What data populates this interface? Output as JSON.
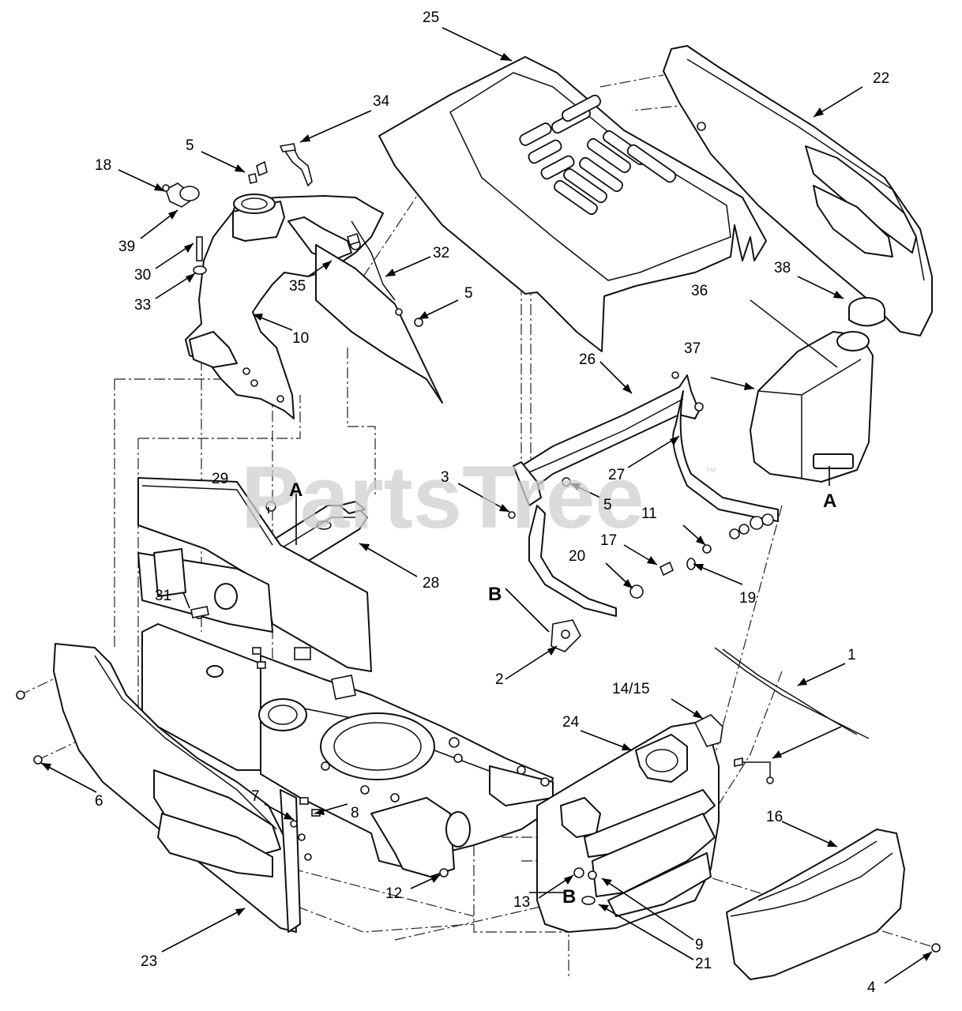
{
  "watermark": {
    "text": "PartsTree",
    "mark": "™"
  },
  "reference_letters": {
    "a_upper": "A",
    "a_right": "A",
    "b_upper": "B",
    "b_lower": "B"
  },
  "callouts": {
    "c25": "25",
    "c22": "22",
    "c34": "34",
    "c5a": "5",
    "c18": "18",
    "c39": "39",
    "c30": "30",
    "c33": "33",
    "c35": "35",
    "c32": "32",
    "c5b": "5",
    "c10": "10",
    "c38": "38",
    "c36": "36",
    "c37": "37",
    "c26": "26",
    "c27": "27",
    "c29": "29",
    "c3": "3",
    "c5c": "5",
    "c11": "11",
    "c17": "17",
    "c20": "20",
    "c19": "19",
    "c28": "28",
    "c31": "31",
    "c2": "2",
    "c1": "1",
    "c1415": "14/15",
    "c24": "24",
    "c6": "6",
    "c7": "7",
    "c8": "8",
    "c16": "16",
    "c12": "12",
    "c13": "13",
    "c9": "9",
    "c21": "21",
    "c23": "23",
    "c4": "4"
  },
  "colors": {
    "line": "#111111",
    "watermark": "#cfcfcf",
    "background": "#ffffff"
  }
}
